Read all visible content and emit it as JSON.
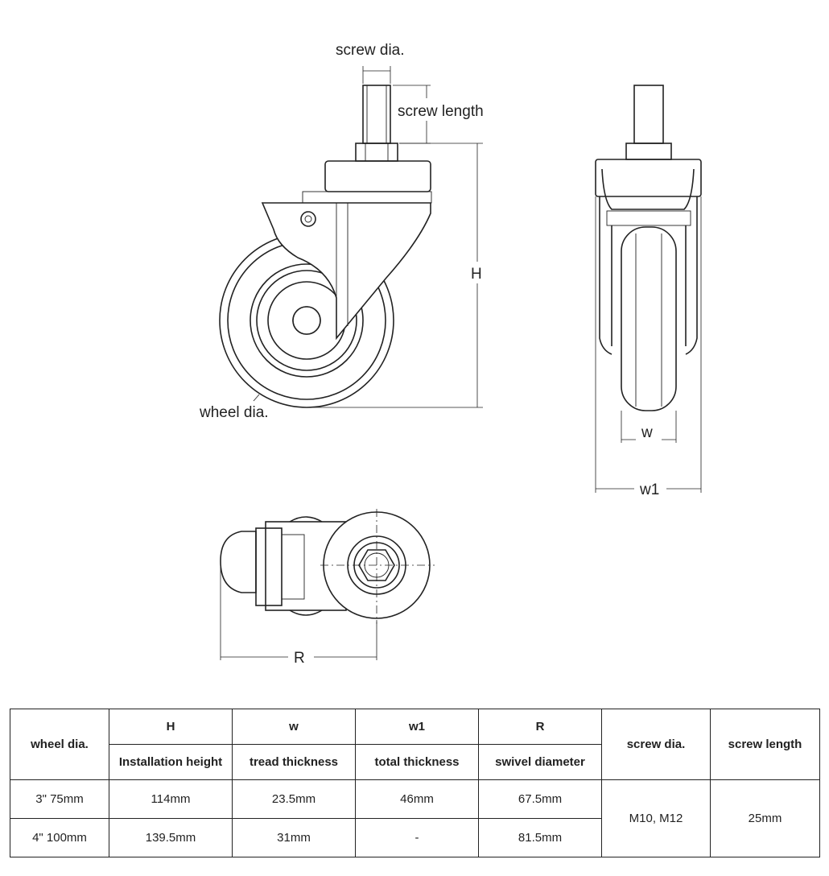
{
  "labels": {
    "screw_dia": "screw dia.",
    "screw_length": "screw length",
    "H": "H",
    "wheel_dia": "wheel dia.",
    "w": "w",
    "w1": "w1",
    "R": "R"
  },
  "table": {
    "col_wheel_dia": "wheel dia.",
    "H": {
      "symbol": "H",
      "name": "Installation height"
    },
    "w": {
      "symbol": "w",
      "name": "tread thickness"
    },
    "w1": {
      "symbol": "w1",
      "name": "total thickness"
    },
    "R": {
      "symbol": "R",
      "name": "swivel diameter"
    },
    "col_screw_dia": "screw dia.",
    "col_screw_length": "screw length",
    "rows": [
      {
        "wheel_dia": "3\" 75mm",
        "H": "114mm",
        "w": "23.5mm",
        "w1": "46mm",
        "R": "67.5mm"
      },
      {
        "wheel_dia": "4\" 100mm",
        "H": "139.5mm",
        "w": "31mm",
        "w1": "-",
        "R": "81.5mm"
      }
    ],
    "screw_dia_value": "M10, M12",
    "screw_length_value": "25mm"
  }
}
